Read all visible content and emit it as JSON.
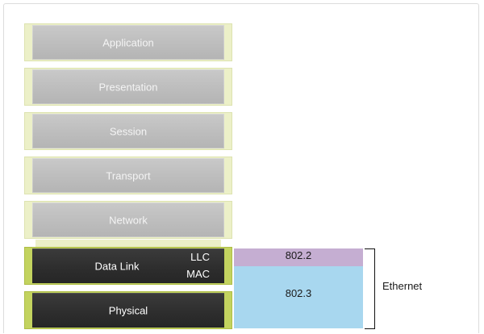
{
  "layers": [
    {
      "name": "Application"
    },
    {
      "name": "Presentation"
    },
    {
      "name": "Session"
    },
    {
      "name": "Transport"
    },
    {
      "name": "Network"
    },
    {
      "name": "Data Link",
      "sublayers": [
        "LLC",
        "MAC"
      ]
    },
    {
      "name": "Physical"
    }
  ],
  "standards": {
    "llc": "802.2",
    "mac_phy": "802.3",
    "group": "Ethernet"
  },
  "colors": {
    "upper_layer": "#bdbdbd",
    "lower_layer": "#2d2d2d",
    "accent_upper": "#ecf0c8",
    "accent_lower": "#c3d35f",
    "std_802_2": "#c5aed2",
    "std_802_3": "#a8d7ef"
  }
}
